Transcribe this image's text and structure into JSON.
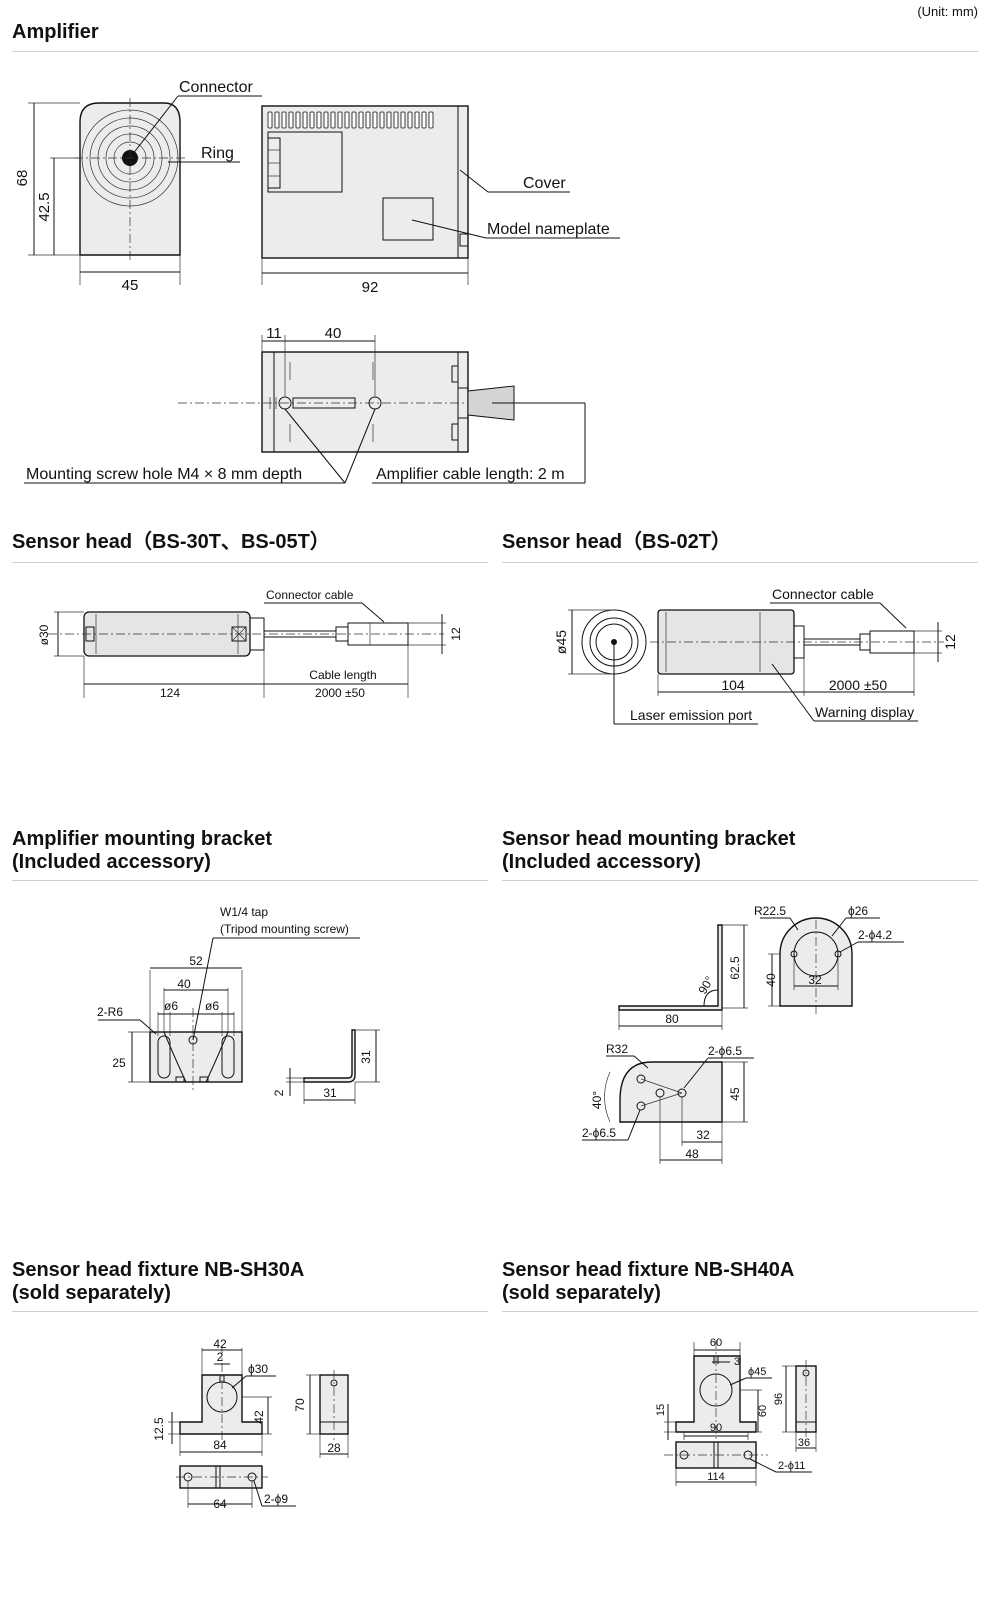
{
  "unit_note": "(Unit: mm)",
  "sections": {
    "amplifier": "Amplifier",
    "sensor_30t": "Sensor head（BS-30T、BS-05T）",
    "sensor_02t": "Sensor head（BS-02T）",
    "amp_bracket_1": "Amplifier mounting bracket",
    "amp_bracket_2": "(Included accessory)",
    "head_bracket_1": "Sensor head mounting bracket",
    "head_bracket_2": "(Included accessory)",
    "sh30a_1": "Sensor head fixture NB-SH30A",
    "sh30a_2": "(sold separately)",
    "sh40a_1": "Sensor head fixture NB-SH40A",
    "sh40a_2": "(sold separately)"
  },
  "amplifier": {
    "connector": "Connector",
    "ring": "Ring",
    "cover": "Cover",
    "nameplate": "Model nameplate",
    "d68": "68",
    "d42_5": "42.5",
    "d45": "45",
    "d92": "92",
    "d11": "11",
    "d40": "40",
    "mounting_hole": "Mounting screw hole M4 × 8 mm depth",
    "cable_length": "Amplifier cable length: 2 m"
  },
  "sensor30": {
    "connector_cable": "Connector cable",
    "dia": "ø30",
    "d12": "12",
    "cable_length": "Cable length",
    "d124": "124",
    "d2000": "2000 ±50"
  },
  "sensor02": {
    "connector_cable": "Connector cable",
    "dia": "ø45",
    "d12": "12",
    "d104": "104",
    "d2000": "2000 ±50",
    "laser_port": "Laser emission port",
    "warning": "Warning display"
  },
  "amp_bracket": {
    "tap1": "W1/4 tap",
    "tap2": "(Tripod mounting screw)",
    "d52": "52",
    "d40": "40",
    "p6a": "ø6",
    "p6b": "ø6",
    "r6": "2-R6",
    "d25": "25",
    "d2": "2",
    "d31a": "31",
    "d31b": "31"
  },
  "head_bracket": {
    "r22_5": "R22.5",
    "p26": "ϕ26",
    "p4_2": "2-ϕ4.2",
    "d90": "90°",
    "d62_5": "62.5",
    "d80": "80",
    "d40": "40",
    "d32a": "32",
    "r32": "R32",
    "p6_5a": "2-ϕ6.5",
    "d40deg": "40°",
    "d45": "45",
    "p6_5b": "2-ϕ6.5",
    "d32b": "32",
    "d48": "48"
  },
  "sh30a": {
    "d42a": "42",
    "d2": "2",
    "p30": "ϕ30",
    "d70": "70",
    "d42b": "42",
    "d12_5": "12.5",
    "d84": "84",
    "d28": "28",
    "d64": "64",
    "p9": "2-ϕ9"
  },
  "sh40a": {
    "d60a": "60",
    "d3": "3",
    "p45": "ϕ45",
    "d96": "96",
    "d15": "15",
    "d60b": "60",
    "d90": "90",
    "d36": "36",
    "p11": "2-ϕ11",
    "d114": "114"
  }
}
